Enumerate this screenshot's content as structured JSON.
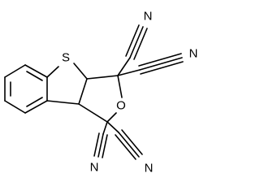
{
  "molecule": {
    "atoms": {
      "sulfur": "S",
      "oxygen": "O",
      "nitrile_n1": "N",
      "nitrile_n2": "N",
      "nitrile_n3": "N",
      "nitrile_n4": "N"
    }
  }
}
